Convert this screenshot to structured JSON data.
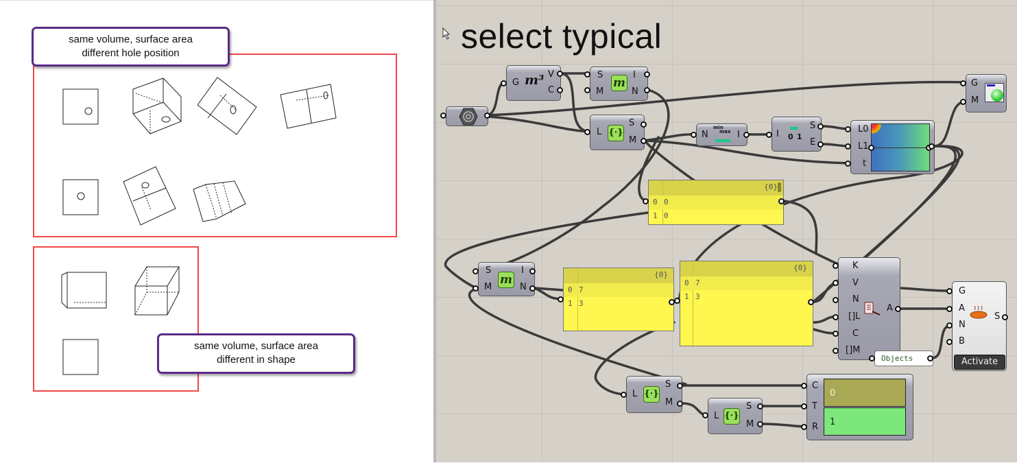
{
  "left": {
    "callout1": {
      "line1": "same volume, surface area",
      "line2": "different hole position"
    },
    "callout2": {
      "line1": "same volume, surface area",
      "line2": "different in shape"
    }
  },
  "canvas": {
    "title": "select typical",
    "volume": {
      "icon": "m³",
      "inputs": [
        "G"
      ],
      "outputs": [
        "V",
        "C"
      ]
    },
    "mass_add_1": {
      "icon": "m",
      "inputs": [
        "S",
        "M"
      ],
      "outputs": [
        "I",
        "N"
      ]
    },
    "list_item_1": {
      "icon": "{·}",
      "inputs": [
        "L"
      ],
      "outputs": [
        "S",
        "M"
      ]
    },
    "bounds": {
      "inputs": [
        "N"
      ],
      "outputs": [
        "I"
      ],
      "icon_min": "min",
      "icon_max": "max"
    },
    "domain": {
      "inputs": [
        "I"
      ],
      "outputs": [
        "S",
        "E"
      ],
      "icon_0": "0",
      "icon_1": "1"
    },
    "gradient": {
      "inputs": [
        "L0",
        "L1",
        "t"
      ]
    },
    "preview": {
      "inputs": [
        "G",
        "M"
      ]
    },
    "panel_top": {
      "header": "{0}",
      "rows": [
        {
          "i": "0",
          "v": "0"
        },
        {
          "i": "1",
          "v": "0"
        }
      ]
    },
    "mass_add_2": {
      "icon": "m",
      "inputs": [
        "S",
        "M"
      ],
      "outputs": [
        "I",
        "N"
      ]
    },
    "panel_mid": {
      "header": "{0}",
      "rows": [
        {
          "i": "0",
          "v": "7"
        },
        {
          "i": "1",
          "v": "3"
        }
      ]
    },
    "panel_right": {
      "header": "{0}",
      "rows": [
        {
          "i": "0",
          "v": "7"
        },
        {
          "i": "1",
          "v": "3"
        }
      ]
    },
    "key_sort": {
      "inputs": [
        "K",
        "V",
        "N",
        "[]L",
        "C",
        "[]M"
      ],
      "outputs": [
        "A"
      ]
    },
    "objects_panel": "Objects",
    "bake": {
      "inputs": [
        "G",
        "A",
        "N",
        "B"
      ],
      "outputs": [
        "S"
      ],
      "button": "Activate"
    },
    "list_item_2": {
      "icon": "{·}",
      "inputs": [
        "L"
      ],
      "outputs": [
        "S",
        "M"
      ]
    },
    "list_item_3": {
      "icon": "{·}",
      "inputs": [
        "L"
      ],
      "outputs": [
        "S",
        "M"
      ]
    },
    "value_list": {
      "inputs": [
        "C",
        "T",
        "R"
      ],
      "items": [
        "0",
        "1"
      ],
      "colors": [
        "#a8a855",
        "#7ce87c"
      ]
    }
  }
}
